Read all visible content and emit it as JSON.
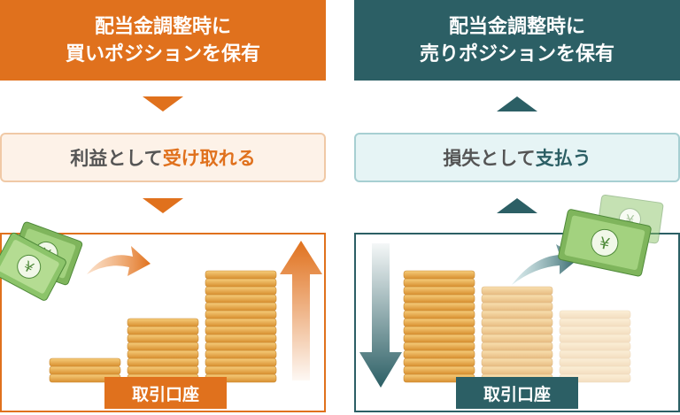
{
  "left": {
    "header_line1": "配当金調整時に",
    "header_line2": "買いポジションを保有",
    "result_prefix": "利益として",
    "result_highlight": "受け取れる",
    "account_label": "取引口座"
  },
  "right": {
    "header_line1": "配当金調整時に",
    "header_line2": "売りポジションを保有",
    "result_prefix": "損失として",
    "result_highlight": "支払う",
    "account_label": "取引口座"
  },
  "colors": {
    "orange": "#e0711d",
    "teal": "#2c5f65",
    "coin": "#e7a84a",
    "banknote": "#8cc46a"
  },
  "icons": {
    "money": "yen-banknote-icon",
    "coins": "coin-stack-icon"
  }
}
